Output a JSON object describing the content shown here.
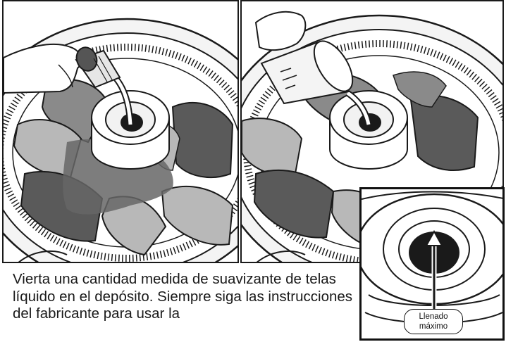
{
  "caption": "Vierta una cantidad medida de suavizante de telas líquido en el depósito. Siempre siga las instrucciones del fabricante para usar la",
  "inset": {
    "label_line1": "Llenado",
    "label_line2": "máximo"
  },
  "colors": {
    "outline": "#1a1a1a",
    "clothes_light": "#b8b8b8",
    "clothes_mid": "#8a8a8a",
    "clothes_dark": "#5a5a5a",
    "liquid": "#666666"
  },
  "icons": [
    "softener-bottle-icon",
    "measuring-cup-icon",
    "fill-arrow-icon"
  ]
}
